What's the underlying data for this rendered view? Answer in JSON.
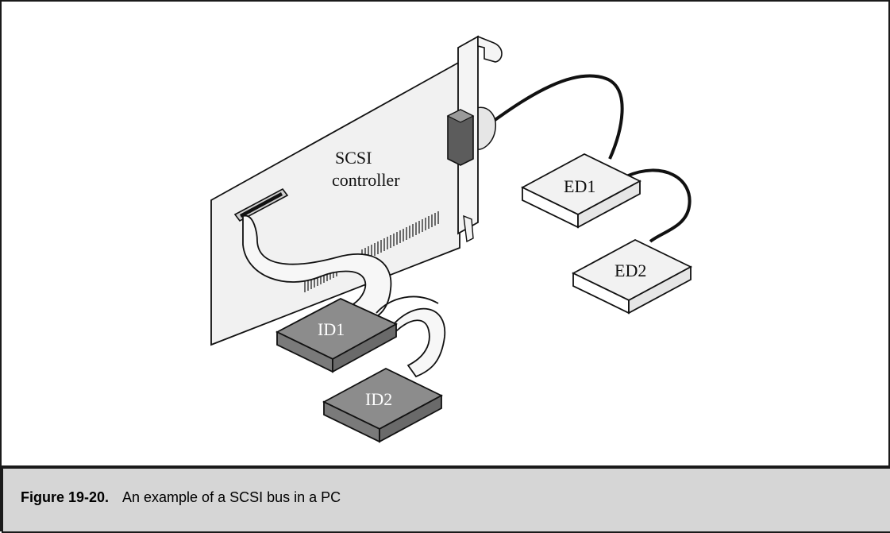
{
  "figure": {
    "number": "Figure 19-20.",
    "caption": "An example of a SCSI bus in a PC"
  },
  "diagram": {
    "controller_label_line1": "SCSI",
    "controller_label_line2": "controller",
    "internal_devices": [
      "ID1",
      "ID2"
    ],
    "external_devices": [
      "ED1",
      "ED2"
    ]
  },
  "colors": {
    "internal_device": "#8c8c8c",
    "external_device": "#f2f2f2",
    "caption_background": "#d6d6d6",
    "outline": "#1a1a1a"
  }
}
